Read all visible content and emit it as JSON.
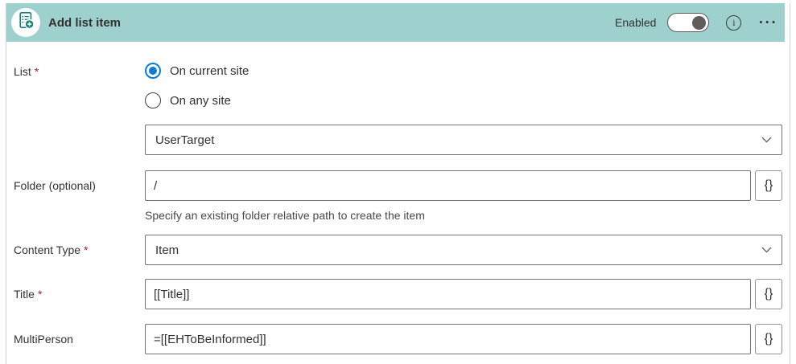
{
  "header": {
    "title": "Add list item",
    "enabled_label": "Enabled",
    "enabled": true,
    "info_glyph": "i",
    "more_glyph": "•••"
  },
  "expression_button_label": "{}",
  "fields": {
    "list": {
      "label": "List",
      "required_mark": "*",
      "options": [
        "On current site",
        "On any site"
      ],
      "selected_option": "On current site",
      "value": "UserTarget"
    },
    "folder": {
      "label": "Folder (optional)",
      "value": "/",
      "helper": "Specify an existing folder relative path to create the item"
    },
    "content_type": {
      "label": "Content Type",
      "required_mark": "*",
      "value": "Item"
    },
    "title": {
      "label": "Title",
      "required_mark": "*",
      "value": "[[Title]]"
    },
    "multi_person": {
      "label": "MultiPerson",
      "value": "=[[EHToBeInformed]]"
    }
  },
  "colors": {
    "header_bg": "#9ed1ce",
    "icon_teal": "#13807d",
    "radio_selected": "#0b7bd4",
    "required": "#a4262c"
  }
}
